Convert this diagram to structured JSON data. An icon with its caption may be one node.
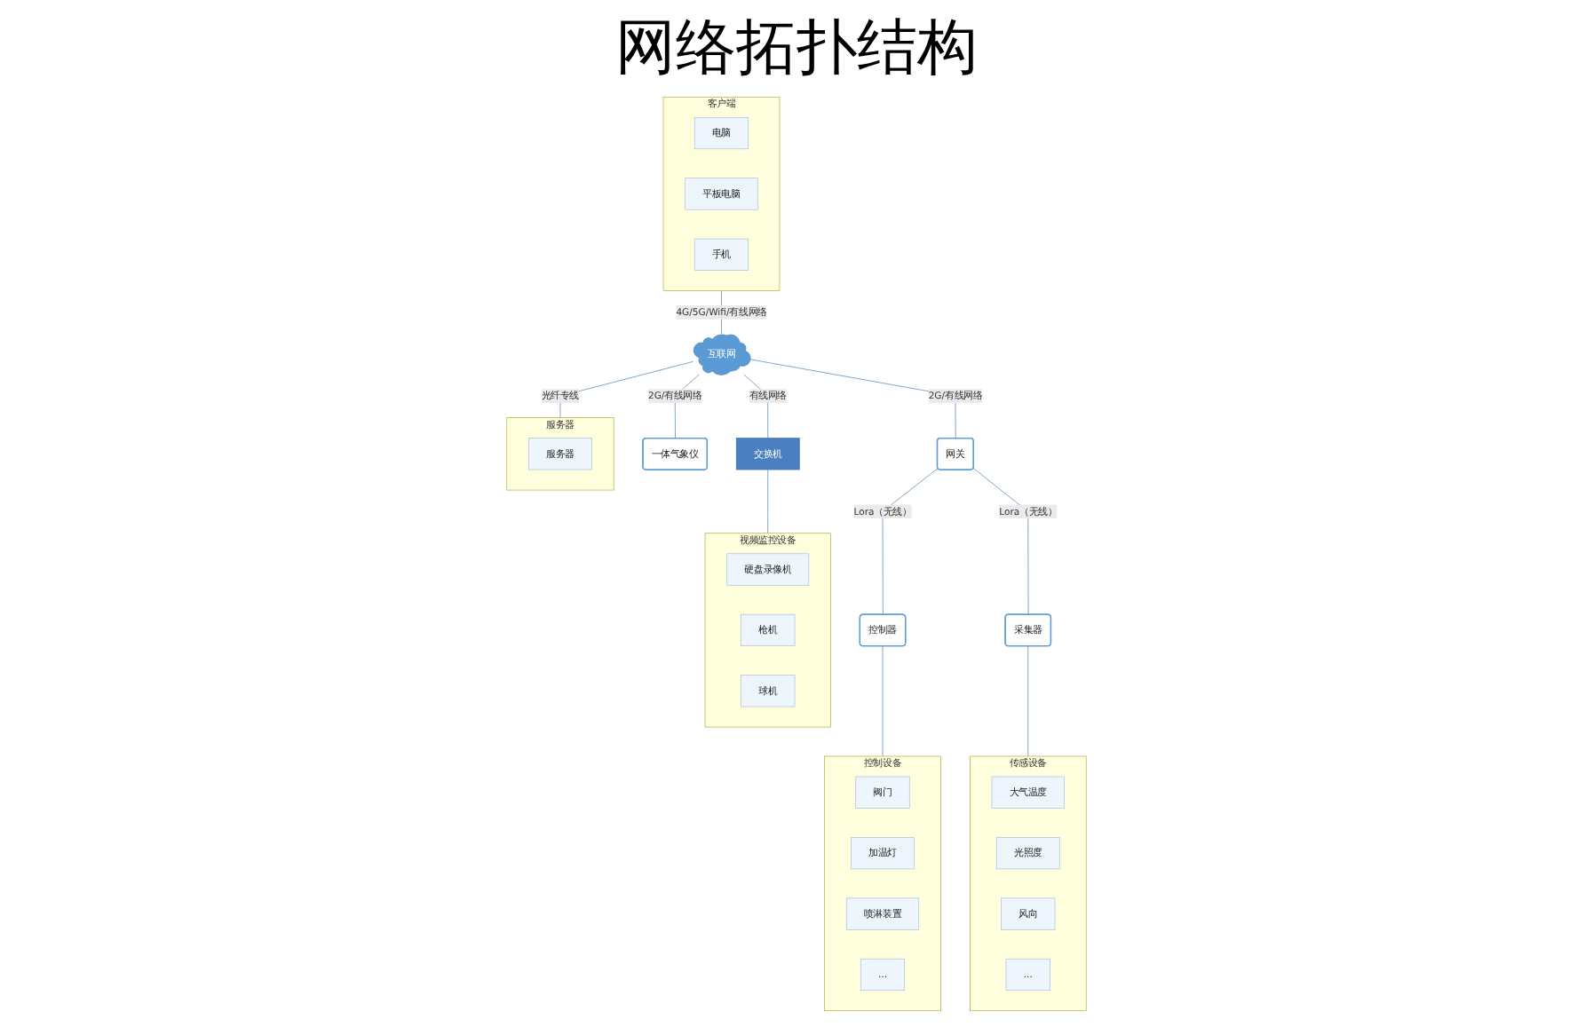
{
  "diagram": {
    "title": "网络拓扑结构",
    "nodes": [
      {
        "text": [
          "客户端"
        ]
      },
      {
        "text": [
          "电脑"
        ],
        "in": 0
      },
      {
        "text": [
          "平板电脑"
        ],
        "in": 0
      },
      {
        "text": [
          "手机"
        ],
        "in": 0
      },
      {
        "text": [
          "互联网"
        ]
      },
      {
        "text": [
          "服务器"
        ]
      },
      {
        "text": [
          "服务器"
        ],
        "in": 5
      },
      {
        "text": [
          "一体气象仪"
        ]
      },
      {
        "text": [
          "网关"
        ]
      },
      {
        "text": [
          "交换机"
        ]
      },
      {
        "text": [
          "控制器"
        ]
      },
      {
        "text": [
          "采集器"
        ]
      },
      {
        "text": [
          "视频监控设备"
        ]
      },
      {
        "text": [
          "硬盘录像机"
        ],
        "in": 12
      },
      {
        "text": [
          "枪机"
        ],
        "in": 12
      },
      {
        "text": [
          "球机"
        ],
        "in": 12
      },
      {
        "text": [
          "控制设备"
        ]
      },
      {
        "text": [
          "阀门"
        ],
        "in": 16
      },
      {
        "text": [
          "加温灯"
        ],
        "in": 16
      },
      {
        "text": [
          "喷淋装置"
        ],
        "in": 16
      },
      {
        "text": [
          "..."
        ],
        "in": 16
      },
      {
        "text": [
          "传感设备"
        ]
      },
      {
        "text": [
          "大气温度"
        ],
        "in": 21
      },
      {
        "text": [
          "光照度"
        ],
        "in": 21
      },
      {
        "text": [
          "风向"
        ],
        "in": 21
      },
      {
        "text": [
          "..."
        ],
        "in": 21
      }
    ],
    "edges": [
      {
        "from": 0,
        "to": 4,
        "arrow": "none",
        "label": "4G/5G/Wifi/有线网络"
      },
      {
        "from": 4,
        "to": 5,
        "arrow": "none",
        "label": "光纤专线"
      },
      {
        "from": 4,
        "to": 7,
        "arrow": "none",
        "label": "2G/有线网络"
      },
      {
        "from": 4,
        "to": 8,
        "arrow": "none",
        "label": "2G/有线网络"
      },
      {
        "from": 4,
        "to": 9,
        "arrow": "none",
        "label": "有线网络"
      },
      {
        "from": 8,
        "to": 10,
        "arrow": "none",
        "label": "Lora（无线）"
      },
      {
        "from": 8,
        "to": 11,
        "arrow": "none",
        "label": "Lora（无线）"
      },
      {
        "from": 10,
        "to": 16,
        "arrow": "none"
      },
      {
        "from": 11,
        "to": 21,
        "arrow": "none"
      },
      {
        "from": 9,
        "to": 12,
        "arrow": "none"
      }
    ]
  }
}
